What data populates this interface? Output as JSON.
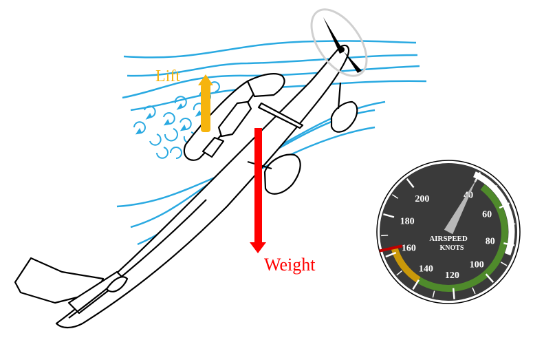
{
  "diagram": {
    "labels": {
      "lift": "Lift",
      "weight": "Weight"
    },
    "colors": {
      "airflow": "#29a9e1",
      "lift_arrow": "#f6b40e",
      "weight_arrow": "#ff0000",
      "lift_text": "#f6b40e",
      "weight_text": "#ff0000",
      "aircraft_outline": "#000000",
      "propeller_disc": "#d0d0d0"
    },
    "gauge": {
      "title_line1": "AIRSPEED",
      "title_line2": "KNOTS",
      "ticks": [
        "40",
        "60",
        "80",
        "100",
        "120",
        "140",
        "160",
        "180",
        "200"
      ],
      "needle_reading": 40,
      "arcs": {
        "white": "#ffffff",
        "green": "#4f8a2b",
        "yellow": "#c9980a",
        "red_line": "#c00000"
      },
      "face_color": "#3a3a3a",
      "needle_color": "#b8b8b8"
    }
  }
}
